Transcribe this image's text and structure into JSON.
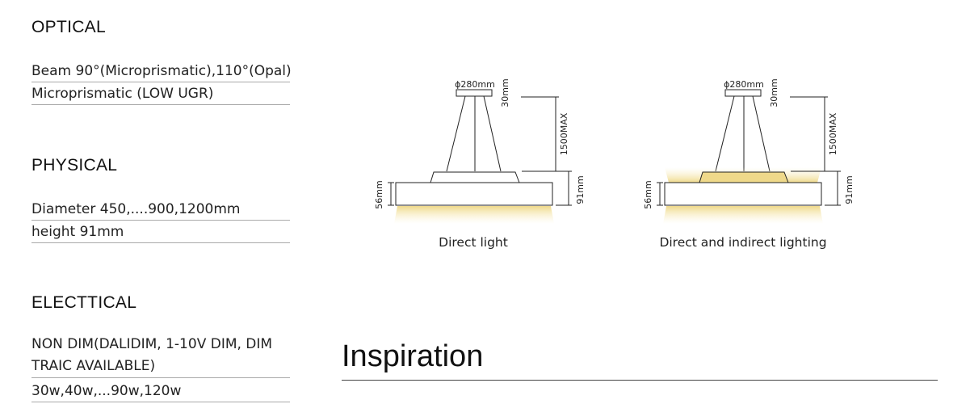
{
  "optical": {
    "title": "OPTICAL",
    "rows": [
      "Beam 90°(Microprismatic),110°(Opal)",
      "Microprismatic (LOW UGR)"
    ]
  },
  "physical": {
    "title": "PHYSICAL",
    "rows": [
      "Diameter 450,....900,1200mm",
      "height 91mm"
    ]
  },
  "electrical": {
    "title": "ELECTTICAL",
    "rows": [
      "NON DIM(DALIDIM,  1-10V DIM, DIM TRAIC AVAILABLE)",
      "30w,40w,...90w,120w"
    ]
  },
  "diagrams": [
    {
      "caption": "Direct light",
      "canopy_label": "ϕ280mm",
      "canopy_height": "30mm",
      "suspension": "1500MAX",
      "body_height": "56mm",
      "total_height": "91mm",
      "light_above": false
    },
    {
      "caption": "Direct and indirect lighting",
      "canopy_label": "ϕ280mm",
      "canopy_height": "30mm",
      "suspension": "1500MAX",
      "body_height": "56mm",
      "total_height": "91mm",
      "light_above": true
    }
  ],
  "inspiration": {
    "title": "Inspiration"
  },
  "colors": {
    "glow": "#f3e39a",
    "line": "#222222",
    "rule": "#aaaaaa"
  }
}
